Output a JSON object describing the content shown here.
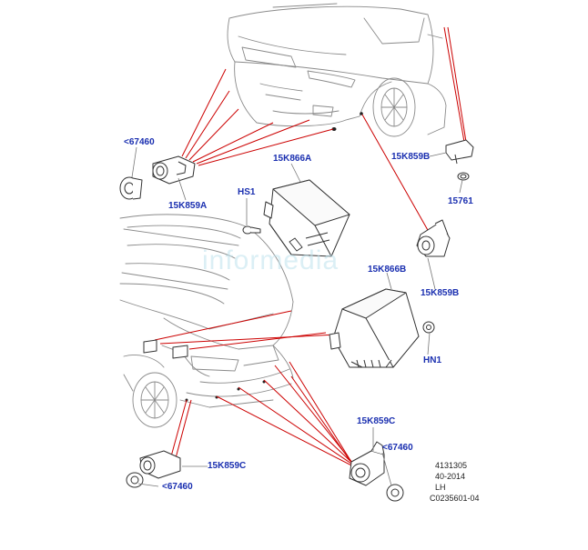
{
  "watermark": "informedia",
  "colors": {
    "leader": "#cc0000",
    "label": "#1a2fb0",
    "line": "#777777"
  },
  "labels": {
    "p67460_top": "<67460",
    "p15K859A": "15K859A",
    "pHS1": "HS1",
    "p15K866A": "15K866A",
    "p15K859B_top": "15K859B",
    "p15761": "15761",
    "p15K866B": "15K866B",
    "p15K859B_mid": "15K859B",
    "pHN1": "HN1",
    "p15K859C_left": "15K859C",
    "p67460_bottom_left": "<67460",
    "p15K859C_right": "15K859C",
    "p67460_bottom_right": "<67460"
  },
  "reference": {
    "line1": "4131305",
    "line2": "40-2014",
    "line3": "LH",
    "line4": "C0235601-04"
  }
}
